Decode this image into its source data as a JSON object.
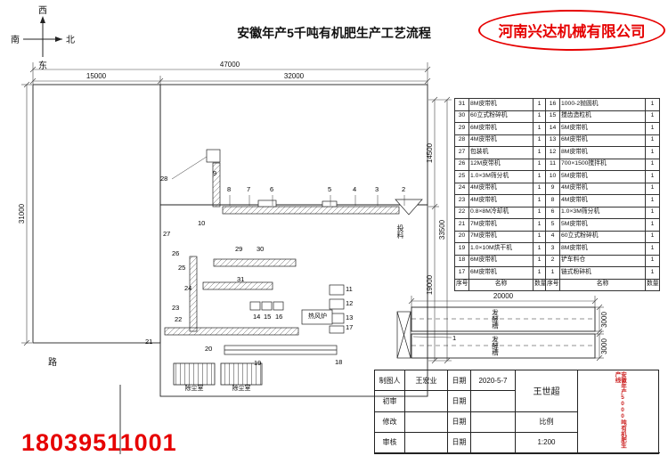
{
  "header": {
    "drawing_title": "安徽年产5千吨有机肥生产工艺流程",
    "company_name": "河南兴达机械有限公司",
    "phone_number": "18039511001"
  },
  "compass": {
    "west": "西",
    "north": "北",
    "south": "南",
    "east": "东"
  },
  "dimensions": {
    "total_width": "47000",
    "left_width": "15000",
    "right_width": "32000",
    "left_height": "31000",
    "right_top_height": "14500",
    "right_total_height": "33500",
    "right_bottom_height": "19000",
    "trough_length": "20000",
    "trough_width_a": "3000",
    "trough_width_b": "3000"
  },
  "plan_labels": {
    "feed": "投料",
    "hot_air_furnace": "热风炉",
    "dust_room_a": "除尘室",
    "dust_room_b": "除尘室",
    "road": "路",
    "trough_a": "发酵槽",
    "trough_b": "发酵槽"
  },
  "callouts": [
    "1",
    "2",
    "3",
    "4",
    "5",
    "6",
    "7",
    "8",
    "9",
    "10",
    "11",
    "12",
    "13",
    "14",
    "15",
    "16",
    "17",
    "18",
    "19",
    "20",
    "21",
    "22",
    "23",
    "24",
    "25",
    "26",
    "27",
    "28",
    "29",
    "30",
    "31"
  ],
  "bom_table": {
    "headers": [
      "序号",
      "名称",
      "数量",
      "序号",
      "名称",
      "数量"
    ],
    "rows": [
      {
        "no1": "31",
        "name1": "8M皮带机",
        "qty1": "1",
        "no2": "16",
        "name2": "1000-2抛圆机",
        "qty2": "1"
      },
      {
        "no1": "30",
        "name1": "60立式粉碎机",
        "qty1": "1",
        "no2": "15",
        "name2": "搅齿造粒机",
        "qty2": "1"
      },
      {
        "no1": "29",
        "name1": "6M皮带机",
        "qty1": "1",
        "no2": "14",
        "name2": "5M皮带机",
        "qty2": "1"
      },
      {
        "no1": "28",
        "name1": "4M皮带机",
        "qty1": "1",
        "no2": "13",
        "name2": "6M皮带机",
        "qty2": "1"
      },
      {
        "no1": "27",
        "name1": "包装机",
        "qty1": "1",
        "no2": "12",
        "name2": "8M皮带机",
        "qty2": "1"
      },
      {
        "no1": "26",
        "name1": "12M皮带机",
        "qty1": "1",
        "no2": "11",
        "name2": "700×1500搅拌机",
        "qty2": "1"
      },
      {
        "no1": "25",
        "name1": "1.0×3M筛分机",
        "qty1": "1",
        "no2": "10",
        "name2": "5M皮带机",
        "qty2": "1"
      },
      {
        "no1": "24",
        "name1": "4M皮带机",
        "qty1": "1",
        "no2": "9",
        "name2": "4M皮带机",
        "qty2": "1"
      },
      {
        "no1": "23",
        "name1": "4M皮带机",
        "qty1": "1",
        "no2": "8",
        "name2": "4M皮带机",
        "qty2": "1"
      },
      {
        "no1": "22",
        "name1": "0.8×8M冷却机",
        "qty1": "1",
        "no2": "6",
        "name2": "1.0×3M筛分机",
        "qty2": "1"
      },
      {
        "no1": "21",
        "name1": "7M皮带机",
        "qty1": "1",
        "no2": "5",
        "name2": "5M皮带机",
        "qty2": "1"
      },
      {
        "no1": "20",
        "name1": "7M皮带机",
        "qty1": "1",
        "no2": "4",
        "name2": "60立式粉碎机",
        "qty2": "1"
      },
      {
        "no1": "19",
        "name1": "1.0×10M烘干机",
        "qty1": "1",
        "no2": "3",
        "name2": "8M皮带机",
        "qty2": "1"
      },
      {
        "no1": "18",
        "name1": "6M皮带机",
        "qty1": "1",
        "no2": "2",
        "name2": "铲车料仓",
        "qty2": "1"
      },
      {
        "no1": "17",
        "name1": "6M皮带机",
        "qty1": "1",
        "no2": "1",
        "name2": "链式粉碎机",
        "qty2": "1"
      }
    ]
  },
  "title_block": {
    "rows": [
      {
        "label": "制图人",
        "value": "王宏业",
        "date_label": "日期",
        "date": "2020-5-7"
      },
      {
        "label": "初审",
        "value": "",
        "date_label": "日期",
        "date": ""
      },
      {
        "label": "修改",
        "value": "",
        "date_label": "日期",
        "date": ""
      },
      {
        "label": "审核",
        "value": "",
        "date_label": "日期",
        "date": ""
      }
    ],
    "approver": "王世超",
    "scale_label": "比例",
    "scale_value": "1:200",
    "project_name": "安徽年产5000吨有机肥生产线"
  }
}
